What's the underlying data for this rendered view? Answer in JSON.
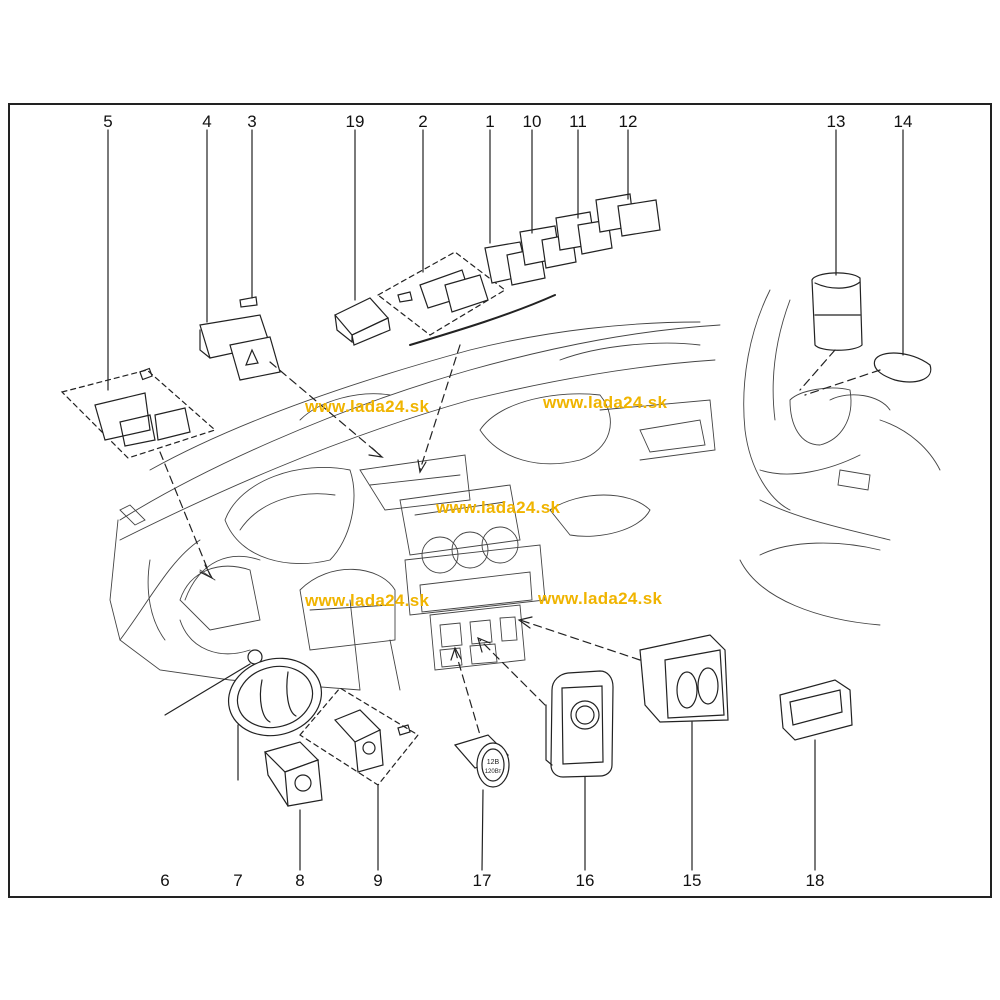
{
  "diagram": {
    "parts_top": [
      {
        "id": "5",
        "label": "5"
      },
      {
        "id": "4",
        "label": "4"
      },
      {
        "id": "3",
        "label": "3"
      },
      {
        "id": "19",
        "label": "19"
      },
      {
        "id": "2",
        "label": "2"
      },
      {
        "id": "1",
        "label": "1"
      },
      {
        "id": "10",
        "label": "10"
      },
      {
        "id": "11",
        "label": "11"
      },
      {
        "id": "12",
        "label": "12"
      },
      {
        "id": "13",
        "label": "13"
      },
      {
        "id": "14",
        "label": "14"
      }
    ],
    "parts_bottom": [
      {
        "id": "6",
        "label": "6"
      },
      {
        "id": "7",
        "label": "7"
      },
      {
        "id": "8",
        "label": "8"
      },
      {
        "id": "9",
        "label": "9"
      },
      {
        "id": "17",
        "label": "17"
      },
      {
        "id": "16",
        "label": "16"
      },
      {
        "id": "15",
        "label": "15"
      },
      {
        "id": "18",
        "label": "18"
      }
    ],
    "watermarks": [
      "www.lada24.sk",
      "www.lada24.sk",
      "www.lada24.sk",
      "www.lada24.sk",
      "www.lada24.sk"
    ],
    "socket_text": [
      "12B",
      "120Вт"
    ],
    "colors": {
      "line": "#222222",
      "watermark": "#f0b400",
      "background": "#ffffff"
    }
  }
}
